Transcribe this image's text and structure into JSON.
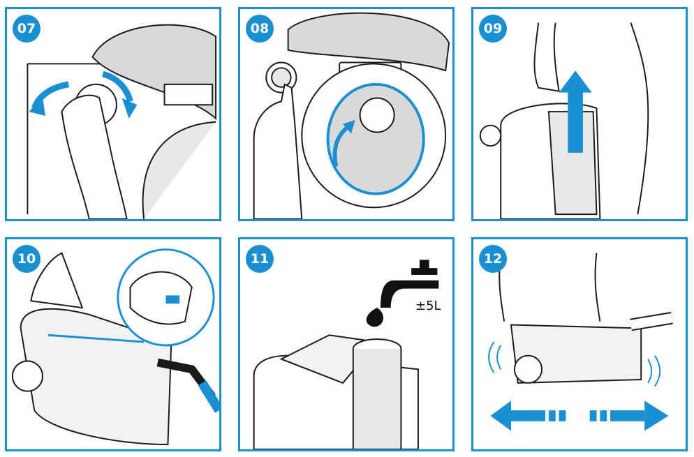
{
  "steps": [
    {
      "number": "07",
      "icon": "rotate-toilet-lid-hinge"
    },
    {
      "number": "08",
      "icon": "flush-button-press"
    },
    {
      "number": "09",
      "icon": "lift-tank-handle"
    },
    {
      "number": "10",
      "icon": "carry-waste-tank"
    },
    {
      "number": "11",
      "icon": "fill-tank-water-tap"
    },
    {
      "number": "12",
      "icon": "shake-tank"
    }
  ],
  "water_amount": "±5L",
  "colors": {
    "accent": "#1a8fd1",
    "line": "#1a1a1a",
    "shade": "#d9d9d9"
  }
}
